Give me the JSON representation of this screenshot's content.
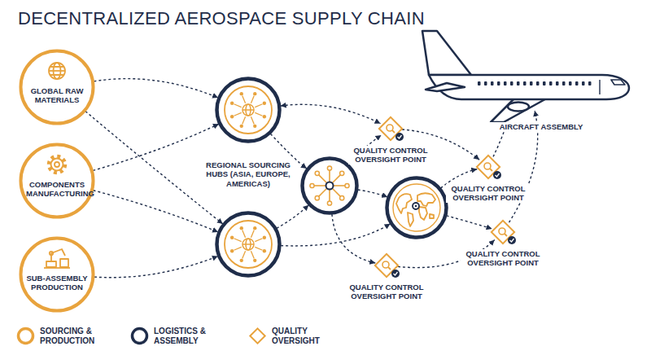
{
  "diagram": {
    "title": "DECENTRALIZED AEROSPACE SUPPLY CHAIN",
    "nodes": [
      {
        "text": [
          "GLOBAL RAW MATERIALS"
        ]
      },
      {
        "text": [
          "COMPONENTS MANUFACTURING"
        ]
      },
      {
        "text": [
          "SUB-ASSEMBLY PRODUCTION"
        ]
      },
      {
        "text": []
      },
      {
        "text": []
      },
      {
        "text": []
      },
      {
        "text": []
      },
      {
        "text": [
          "QUALITY CONTROL OVERSIGHT POINT"
        ]
      },
      {
        "text": [
          "QUALITY CONTROL OVERSIGHT POINT"
        ]
      },
      {
        "text": [
          "QUALITY CONTROL OVERSIGHT POINT"
        ]
      },
      {
        "text": [
          "QUALITY CONTROL OVERSIGHT POINT"
        ]
      },
      {
        "text": [
          "AIRCRAFT ASSEMBLY"
        ]
      }
    ],
    "edges": [
      {
        "from": 0,
        "to": 3,
        "arrow": "to"
      },
      {
        "from": 0,
        "to": 4,
        "arrow": "to"
      },
      {
        "from": 1,
        "to": 3,
        "arrow": "to"
      },
      {
        "from": 1,
        "to": 4,
        "arrow": "to"
      },
      {
        "from": 2,
        "to": 4,
        "arrow": "to"
      },
      {
        "from": 3,
        "to": 7,
        "arrow": "both"
      },
      {
        "from": 3,
        "to": 5,
        "arrow": "to"
      },
      {
        "from": 4,
        "to": 5,
        "arrow": "to"
      },
      {
        "from": 4,
        "to": 6,
        "arrow": "to"
      },
      {
        "from": 5,
        "to": 7,
        "arrow": "to"
      },
      {
        "from": 5,
        "to": 6,
        "arrow": "to"
      },
      {
        "from": 5,
        "to": 10,
        "arrow": "to"
      },
      {
        "from": 7,
        "to": 8,
        "arrow": "to"
      },
      {
        "from": 6,
        "to": 8,
        "arrow": "to"
      },
      {
        "from": 6,
        "to": 9,
        "arrow": "to"
      },
      {
        "from": 10,
        "to": 9,
        "arrow": "to"
      },
      {
        "from": 8,
        "to": 11,
        "arrow": "to"
      },
      {
        "from": 9,
        "to": 11,
        "arrow": "to"
      }
    ],
    "labels": [
      "REGIONAL SOURCING HUBS (ASIA, EUROPE, AMERICAS)"
    ],
    "legend": [
      {
        "text": "SOURCING & PRODUCTION",
        "color": "#e8a33d"
      },
      {
        "text": "LOGISTICS & ASSEMBLY",
        "color": "#1f2d4a"
      },
      {
        "text": "QUALITY OVERSIGHT",
        "color": "#e8a33d"
      }
    ]
  }
}
